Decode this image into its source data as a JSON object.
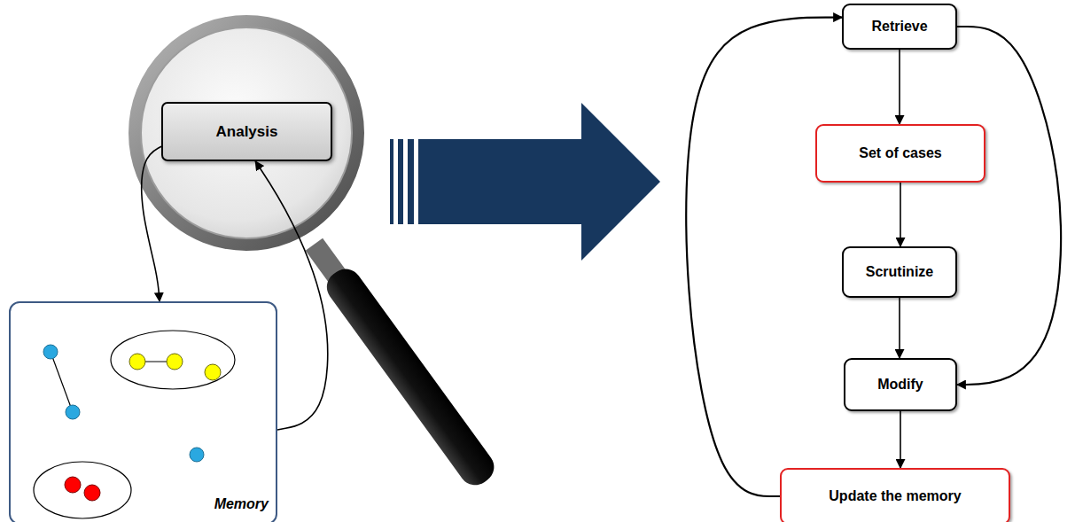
{
  "diagram": {
    "nodes": [
      {
        "text": [
          "Analysis"
        ]
      },
      {
        "text": [
          "Memory"
        ]
      },
      {
        "text": [
          "Retrieve"
        ]
      },
      {
        "text": [
          "Set of cases"
        ]
      },
      {
        "text": [
          "Scrutinize"
        ]
      },
      {
        "text": [
          "Modify"
        ]
      },
      {
        "text": [
          "Update the memory"
        ]
      }
    ],
    "edges": [
      {
        "from": 0,
        "to": 1,
        "arrow": "to"
      },
      {
        "from": 1,
        "to": 0,
        "arrow": "to"
      },
      {
        "from": 2,
        "to": 3,
        "arrow": "to"
      },
      {
        "from": 3,
        "to": 4,
        "arrow": "to"
      },
      {
        "from": 4,
        "to": 5,
        "arrow": "to"
      },
      {
        "from": 2,
        "to": 5,
        "arrow": "to"
      },
      {
        "from": 5,
        "to": 6,
        "arrow": "to"
      },
      {
        "from": 6,
        "to": 2,
        "arrow": "to"
      }
    ]
  }
}
